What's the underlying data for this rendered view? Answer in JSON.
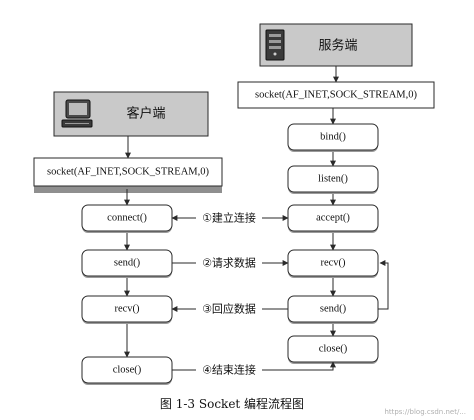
{
  "server": {
    "title": "服务端",
    "socket_call": "socket(AF_INET,SOCK_STREAM,0)",
    "steps": [
      "bind()",
      "listen()",
      "accept()",
      "recv()",
      "send()",
      "close()"
    ]
  },
  "client": {
    "title": "客户端",
    "socket_call": "socket(AF_INET,SOCK_STREAM,0)",
    "steps": [
      "connect()",
      "send()",
      "recv()",
      "close()"
    ]
  },
  "interactions": [
    "①建立连接",
    "②请求数据",
    "③回应数据",
    "④结束连接"
  ],
  "caption": "图 1-3    Socket 编程流程图",
  "watermark": "https://blog.csdn.net/..."
}
